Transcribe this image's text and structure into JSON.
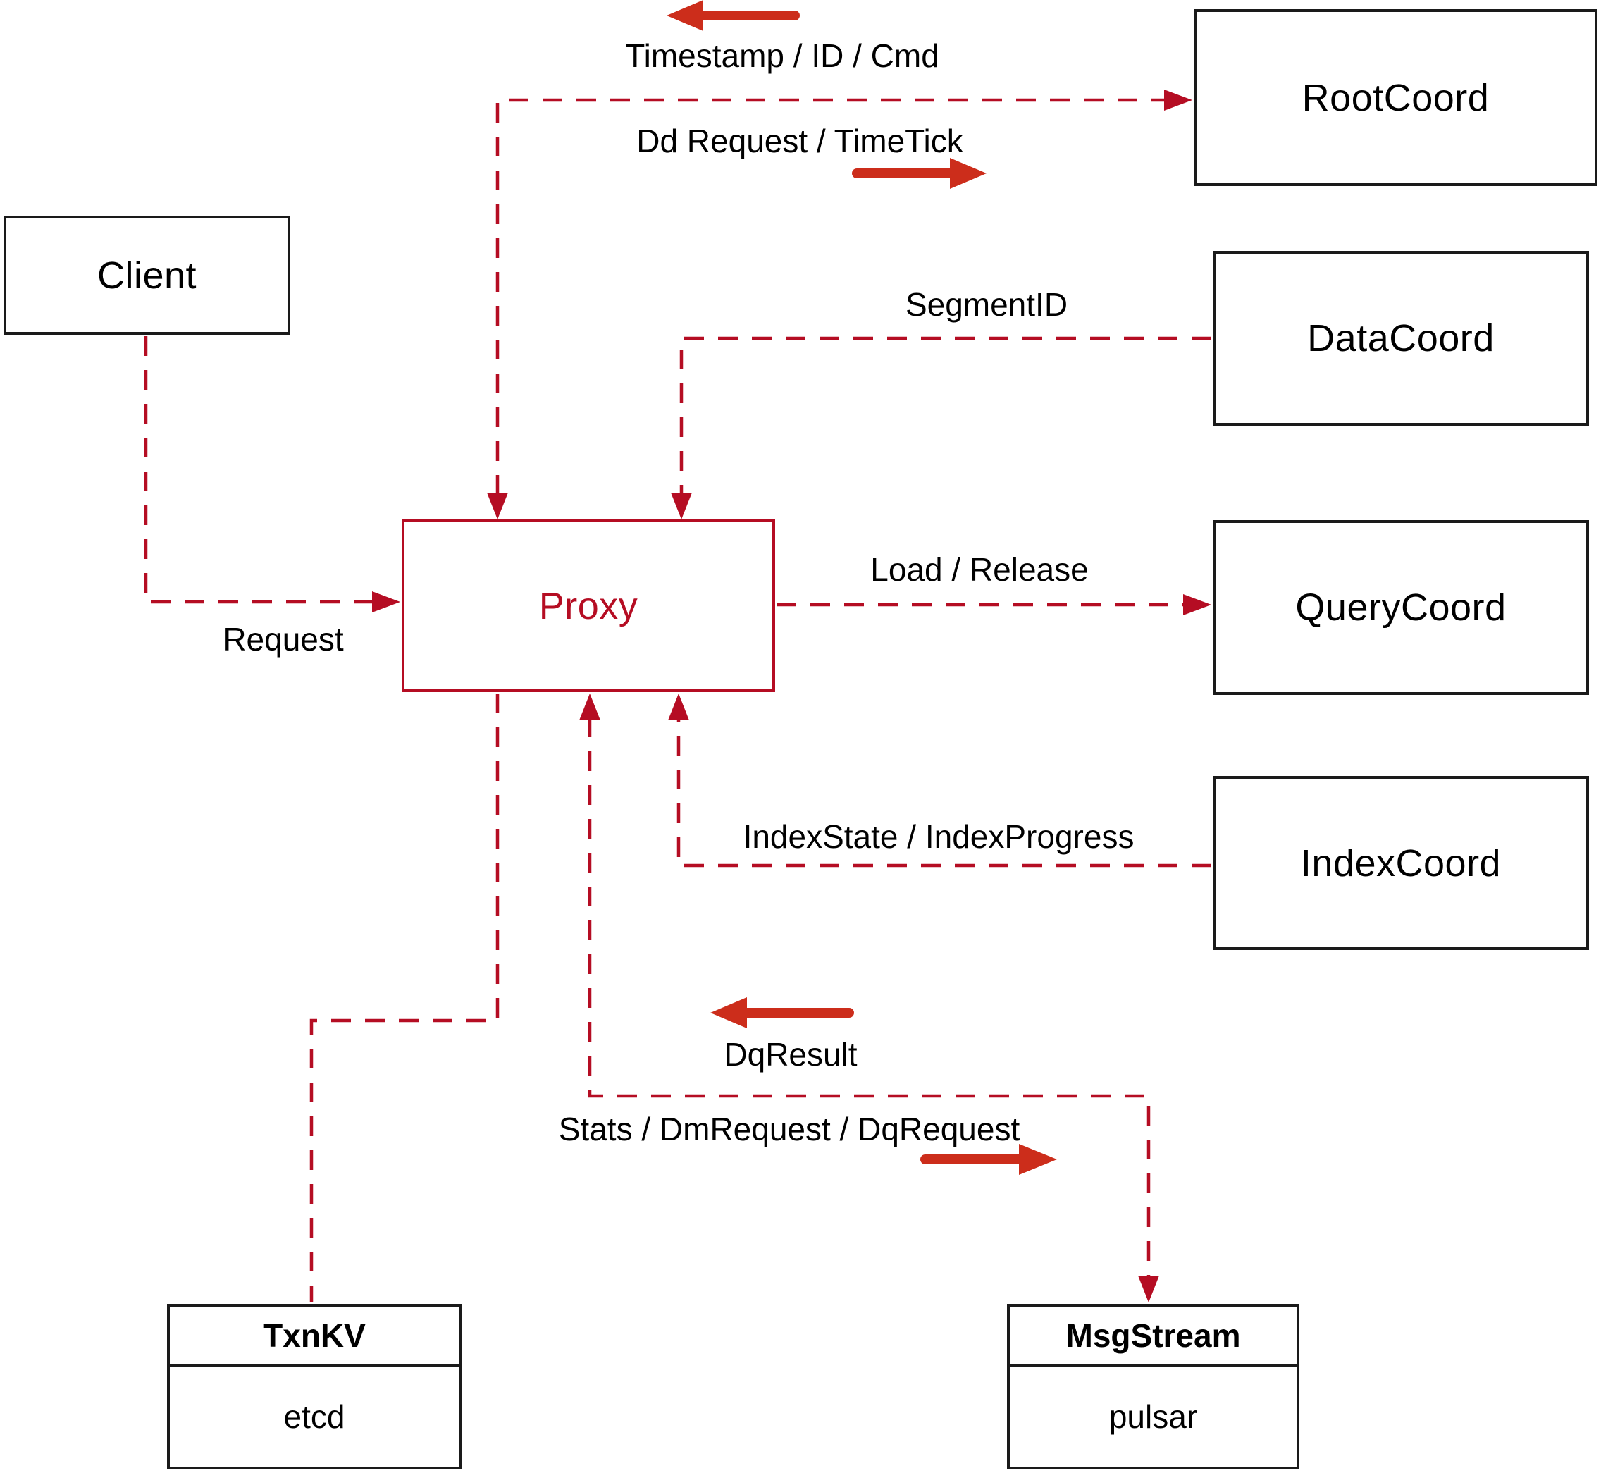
{
  "diagram": {
    "nodes": {
      "client": {
        "label": "Client"
      },
      "rootcoord": {
        "label": "RootCoord"
      },
      "datacoord": {
        "label": "DataCoord"
      },
      "querycoord": {
        "label": "QueryCoord"
      },
      "indexcoord": {
        "label": "IndexCoord"
      },
      "proxy": {
        "label": "Proxy"
      },
      "txnkv": {
        "title": "TxnKV",
        "impl": "etcd"
      },
      "msgstream": {
        "title": "MsgStream",
        "impl": "pulsar"
      }
    },
    "edge_labels": {
      "timestamp_id_cmd": "Timestamp / ID / Cmd",
      "dd_request_timetick": "Dd Request / TimeTick",
      "segment_id": "SegmentID",
      "load_release": "Load / Release",
      "index_state": "IndexState / IndexProgress",
      "request": "Request",
      "dq_result": "DqResult",
      "stats_dm_dq": "Stats / DmRequest / DqRequest"
    },
    "colors": {
      "dashed_line": "#b50d23",
      "solid_arrow": "#cc2d1b",
      "box_border": "#1a1a1a",
      "text": "#000000",
      "background": "#ffffff"
    }
  }
}
